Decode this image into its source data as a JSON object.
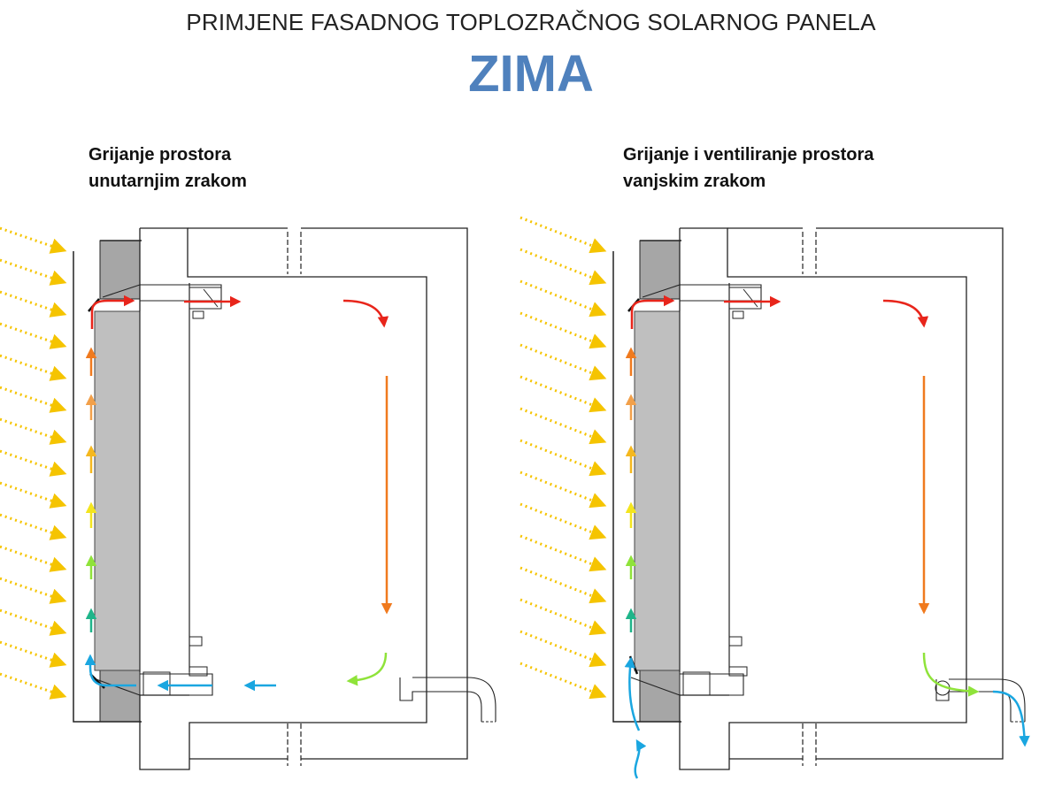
{
  "header": {
    "title": "PRIMJENE FASADNOG TOPLOZRAČNOG SOLARNOG PANELA",
    "season": "ZIMA"
  },
  "panels": [
    {
      "caption_line1": "Grijanje prostora",
      "caption_line2": "unutarnjim zrakom"
    },
    {
      "caption_line1": "Grijanje i ventiliranje prostora",
      "caption_line2": "vanjskim zrakom"
    }
  ],
  "colors": {
    "sun_rays": "#f5c400",
    "hot_air": "#e8251b",
    "warm_air": "#f07a1e",
    "cool_air": "#8fe33a",
    "cold_air": "#1aa6e0",
    "absorber": "#bfbfbf",
    "wall": "#a6a6a6",
    "title_accent": "#4f81bd"
  }
}
